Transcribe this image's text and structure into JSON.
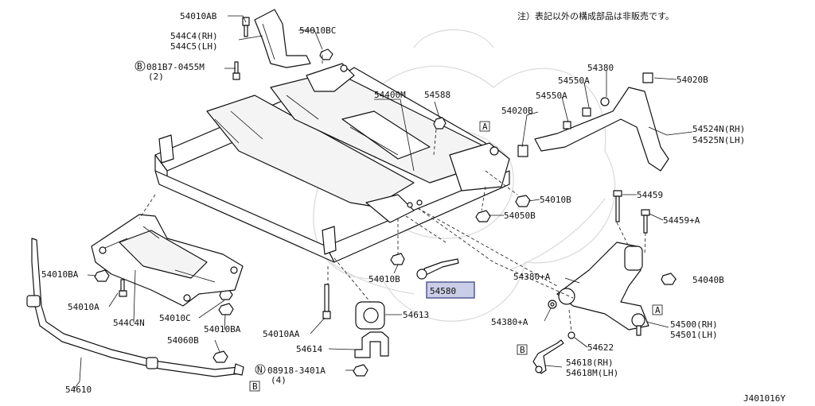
{
  "note": "注）表記以外の構成部品は非販売です。",
  "diagram_id": "J401016Y",
  "labels": {
    "p54010AB": "54010AB",
    "p544C4": "544C4(RH)",
    "p544C5": "544C5(LH)",
    "p54010BC": "54010BC",
    "p081B7": "081B7-0455M",
    "p081B7q": "(2)",
    "p54400M": "54400M",
    "p54588": "54588",
    "p54020B_top": "54020B",
    "p54020B_mid": "54020B",
    "p54380": "54380",
    "p54550A_1": "54550A",
    "p54550A_2": "54550A",
    "p54524N": "54524N(RH)",
    "p54525N": "54525N(LH)",
    "p54010B_r": "54010B",
    "p54050B": "54050B",
    "p54459": "54459",
    "p54459A": "54459+A",
    "p54010BA": "54010BA",
    "p54010A": "54010A",
    "p544C4N": "544C4N",
    "p54010C": "54010C",
    "p54010BA_2": "54010BA",
    "p54010B_c": "54010B",
    "p54580": "54580",
    "p54380A_1": "54380+A",
    "p54040B": "54040B",
    "p54613": "54613",
    "p54010AA": "54010AA",
    "p54060B": "54060B",
    "p54380A_2": "54380+A",
    "p54500": "54500(RH)",
    "p54501": "54501(LH)",
    "p54622": "54622",
    "p54614": "54614",
    "p08918": "08918-3401A",
    "p08918q": "(4)",
    "p54618": "54618(RH)",
    "p54618M": "54618M(LH)",
    "p54610": "54610"
  },
  "markers": {
    "circle_B": "B",
    "circle_N": "N",
    "box_A": "A",
    "box_B": "B"
  },
  "highlight_color": "#c9cde6"
}
